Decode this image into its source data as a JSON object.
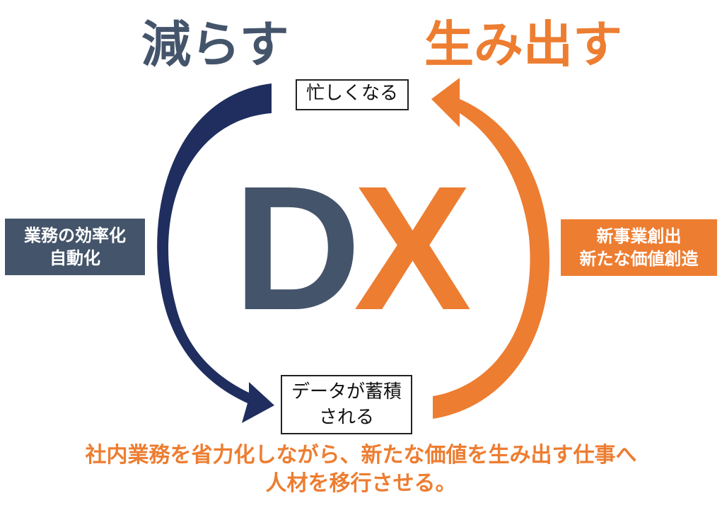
{
  "titles": {
    "left": "減らす",
    "right": "生み出す"
  },
  "boxes": {
    "top": "忙しくなる",
    "bottom_line1": "データが蓄積",
    "bottom_line2": "される"
  },
  "side_labels": {
    "left_line1": "業務の効率化",
    "left_line2": "自動化",
    "right_line1": "新事業創出",
    "right_line2": "新たな価値創造"
  },
  "center": {
    "d": "D",
    "x": "X"
  },
  "footer": {
    "line1": "社内業務を省力化しながら、新たな価値を生み出す仕事へ",
    "line2": "人材を移行させる。"
  },
  "colors": {
    "slate": "#44546a",
    "navy": "#1f2e5e",
    "orange": "#ed7d31"
  },
  "icons": {
    "left_arrow": "curved-arrow-down",
    "right_arrow": "curved-arrow-up"
  }
}
